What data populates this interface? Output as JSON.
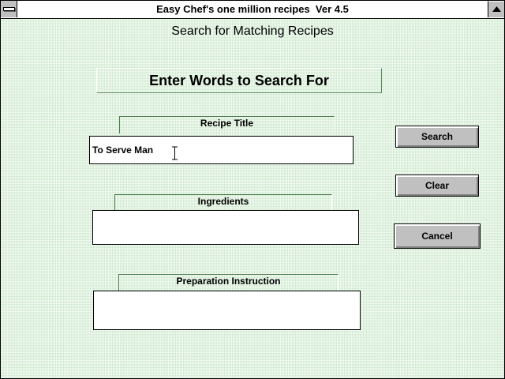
{
  "window": {
    "title": "Easy Chef's one million recipes  Ver 4.5"
  },
  "page": {
    "subtitle": "Search for Matching Recipes",
    "heading": "Enter Words to Search For"
  },
  "fields": {
    "recipe_title": {
      "label": "Recipe Title",
      "value": "To Serve Man"
    },
    "ingredients": {
      "label": "Ingredients",
      "value": ""
    },
    "preparation": {
      "label": "Preparation Instruction",
      "value": ""
    }
  },
  "buttons": {
    "search": "Search",
    "clear": "Clear",
    "cancel": "Cancel"
  },
  "icons": {
    "system_menu": "system-menu-icon",
    "maximize": "maximize-arrow-icon",
    "cursor": "text-cursor-icon"
  },
  "colors": {
    "background": "#c8e6c8",
    "button_face": "#c0c0c0"
  }
}
